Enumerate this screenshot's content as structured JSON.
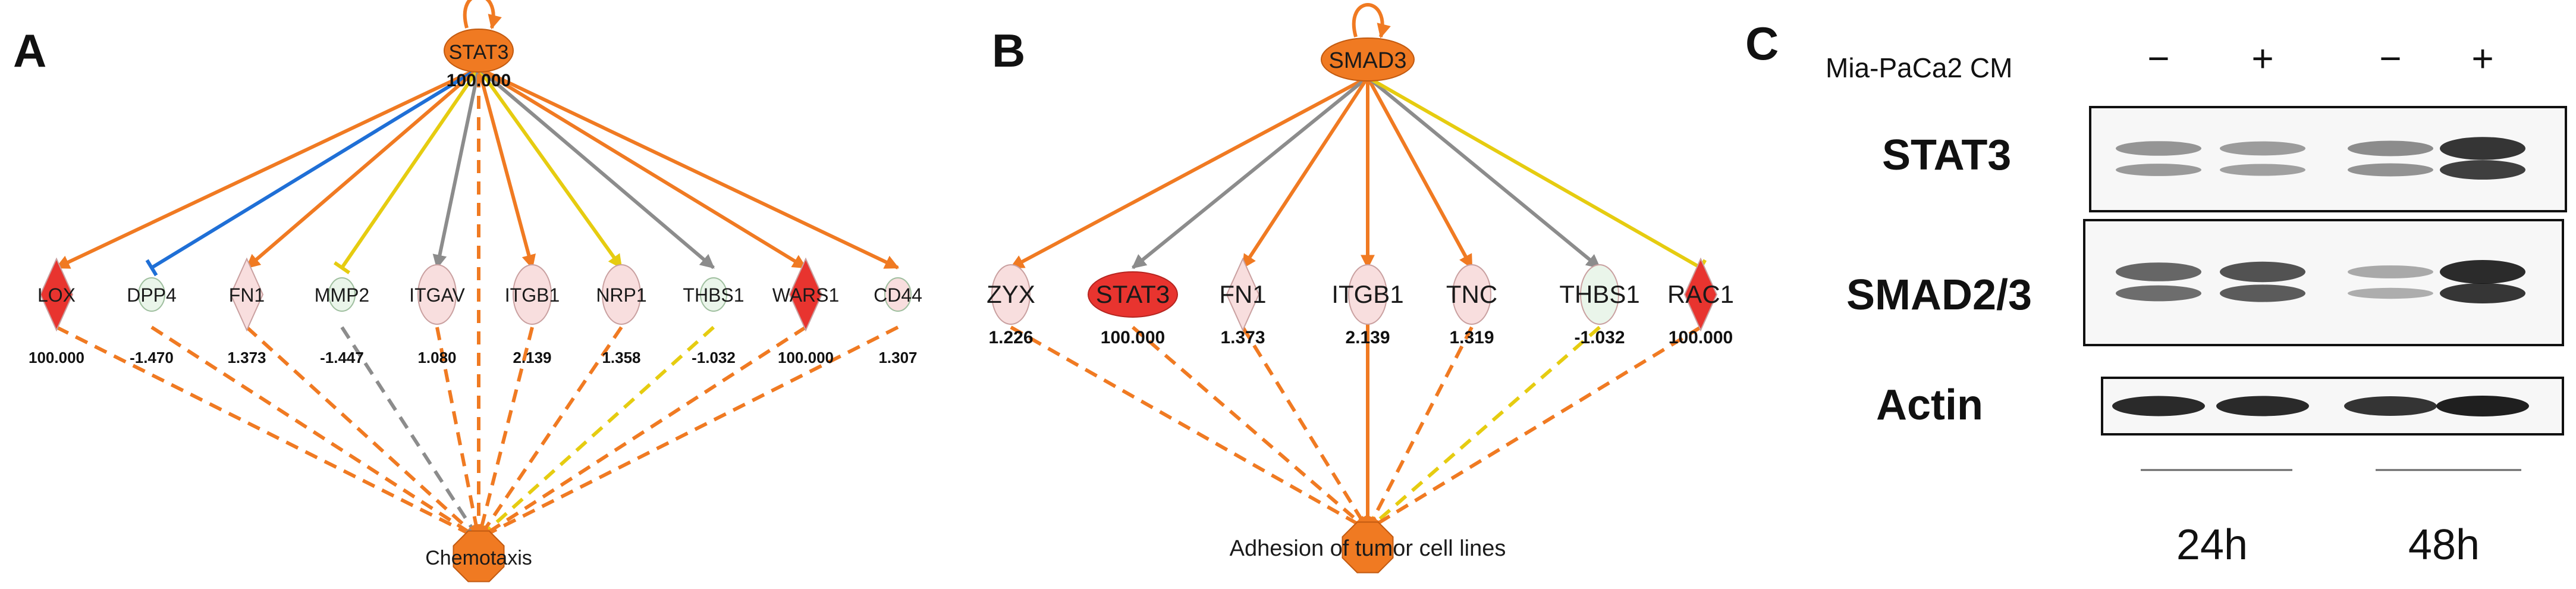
{
  "panel_a": {
    "letter": "A",
    "source": {
      "id": "a-stat3",
      "label": "STAT3",
      "value": "100.000",
      "shape": "ellipse",
      "color": "#f07a22"
    },
    "target": {
      "id": "a-chemotaxis",
      "label": "Chemotaxis",
      "shape": "octagon",
      "color": "#f07a22"
    },
    "nodes": [
      {
        "id": "a-lox",
        "label": "LOX",
        "value": "100.000",
        "shape": "diamond",
        "color": "#e8342f",
        "edge_in": "#f07a22",
        "edge_out": "#f07a22",
        "inhibit": false
      },
      {
        "id": "a-dpp4",
        "label": "DPP4",
        "value": "-1.470",
        "shape": "ellipse-small",
        "color": "#eaf5ea",
        "edge_in": "#1f6fd6",
        "edge_out": "#f07a22",
        "inhibit": true
      },
      {
        "id": "a-fn1",
        "label": "FN1",
        "value": "1.373",
        "shape": "diamond",
        "color": "#f8dede",
        "edge_in": "#f07a22",
        "edge_out": "#f07a22",
        "inhibit": false
      },
      {
        "id": "a-mmp2",
        "label": "MMP2",
        "value": "-1.447",
        "shape": "ellipse-small",
        "color": "#eaf5ea",
        "edge_in": "#e6cc10",
        "edge_out": "#8c8c8c",
        "inhibit": true
      },
      {
        "id": "a-itgav",
        "label": "ITGAV",
        "value": "1.080",
        "shape": "ellipse",
        "color": "#f8dede",
        "edge_in": "#8c8c8c",
        "edge_out": "#f07a22",
        "inhibit": false
      },
      {
        "id": "a-itgb1",
        "label": "ITGB1",
        "value": "2.139",
        "shape": "ellipse",
        "color": "#f8dede",
        "edge_in": "#f07a22",
        "edge_out": "#f07a22",
        "inhibit": false
      },
      {
        "id": "a-nrp1",
        "label": "NRP1",
        "value": "1.358",
        "shape": "ellipse",
        "color": "#f8dede",
        "edge_in": "#e6cc10",
        "edge_out": "#f07a22",
        "inhibit": false
      },
      {
        "id": "a-thbs1",
        "label": "THBS1",
        "value": "-1.032",
        "shape": "ellipse-small",
        "color": "#eaf5ea",
        "edge_in": "#8c8c8c",
        "edge_out": "#e6cc10",
        "inhibit": false
      },
      {
        "id": "a-wars1",
        "label": "WARS1",
        "value": "100.000",
        "shape": "diamond",
        "color": "#e8342f",
        "edge_in": "#f07a22",
        "edge_out": "#f07a22",
        "inhibit": false
      },
      {
        "id": "a-cd44",
        "label": "CD44",
        "value": "1.307",
        "shape": "ellipse-small",
        "color": "#f8dede",
        "edge_in": "#f07a22",
        "edge_out": "#f07a22",
        "inhibit": false
      }
    ]
  },
  "panel_b": {
    "letter": "B",
    "source": {
      "id": "b-smad3",
      "label": "SMAD3",
      "shape": "ellipse",
      "color": "#f07a22"
    },
    "target": {
      "id": "b-adhesion",
      "label": "Adhesion of tumor cell lines",
      "shape": "octagon",
      "color": "#f07a22"
    },
    "nodes": [
      {
        "id": "b-zyx",
        "label": "ZYX",
        "value": "1.226",
        "shape": "ellipse",
        "color": "#f8dede",
        "edge_in": "#f07a22",
        "edge_out": "#f07a22",
        "inhibit": false
      },
      {
        "id": "b-stat3",
        "label": "STAT3",
        "value": "100.000",
        "shape": "ellipse-wide",
        "color": "#e8342f",
        "edge_in": "#8c8c8c",
        "edge_out": "#f07a22",
        "inhibit": false
      },
      {
        "id": "b-fn1",
        "label": "FN1",
        "value": "1.373",
        "shape": "diamond",
        "color": "#f8dede",
        "edge_in": "#f07a22",
        "edge_out": "#f07a22",
        "inhibit": false
      },
      {
        "id": "b-itgb1",
        "label": "ITGB1",
        "value": "2.139",
        "shape": "ellipse",
        "color": "#f8dede",
        "edge_in": "#f07a22",
        "edge_out": "#f07a22",
        "inhibit": false
      },
      {
        "id": "b-tnc",
        "label": "TNC",
        "value": "1.319",
        "shape": "ellipse",
        "color": "#f8dede",
        "edge_in": "#f07a22",
        "edge_out": "#f07a22",
        "inhibit": false
      },
      {
        "id": "b-thbs1",
        "label": "THBS1",
        "value": "-1.032",
        "shape": "ellipse",
        "color": "#eaf5ea",
        "edge_in": "#8c8c8c",
        "edge_out": "#e6cc10",
        "inhibit": false
      },
      {
        "id": "b-rac1",
        "label": "RAC1",
        "value": "100.000",
        "shape": "diamond",
        "color": "#e8342f",
        "edge_in": "#e6cc10",
        "edge_out": "#f07a22",
        "inhibit": true
      }
    ]
  },
  "panel_c": {
    "letter": "C",
    "condition_label": "Mia-PaCa2 CM",
    "lanes": [
      "−",
      "+",
      "−",
      "+"
    ],
    "rows": [
      {
        "id": "stat3",
        "label": "STAT3",
        "intensities": [
          0.45,
          0.42,
          0.5,
          0.95
        ],
        "double_band": true
      },
      {
        "id": "smad23",
        "label": "SMAD2/3",
        "intensities": [
          0.7,
          0.8,
          0.35,
          1.0
        ],
        "double_band": true
      },
      {
        "id": "actin",
        "label": "Actin",
        "intensities": [
          0.9,
          0.9,
          0.85,
          0.95
        ],
        "double_band": false
      }
    ],
    "timepoints": [
      "24h",
      "48h"
    ]
  },
  "colors": {
    "activation": "#f07a22",
    "inhibition": "#1f6fd6",
    "inconsistent": "#e6cc10",
    "not_predicted": "#8c8c8c",
    "strong_up": "#e8342f",
    "weak_up": "#f8dede",
    "down": "#eaf5ea"
  }
}
